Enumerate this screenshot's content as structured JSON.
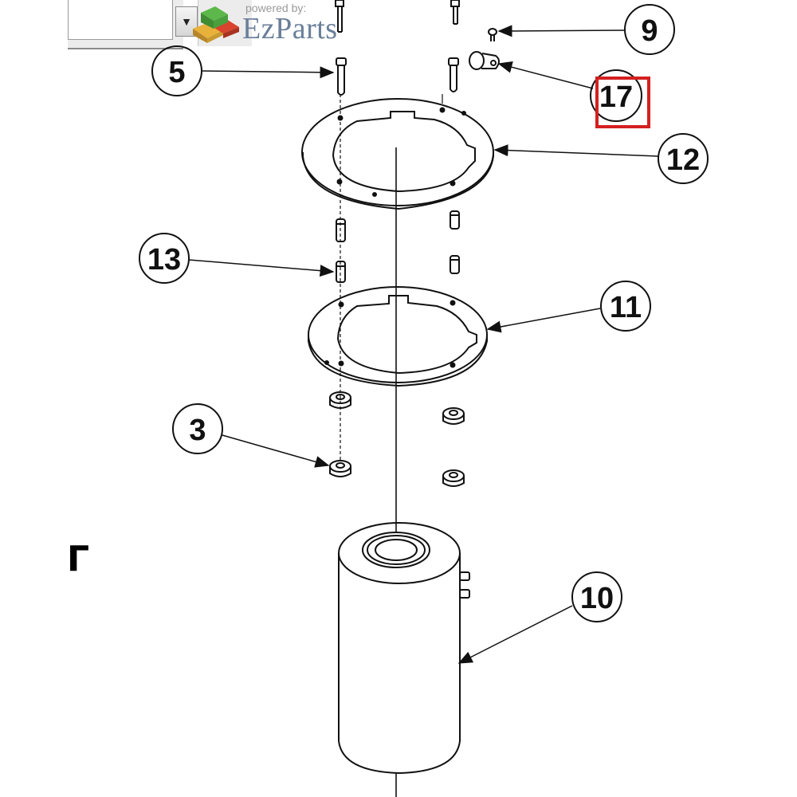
{
  "header": {
    "powered_by": "powered by:",
    "brand": "EzParts",
    "logo_icon": "ezparts-cubes-logo",
    "dropdown_arrow": "▼"
  },
  "stray_glyph": "Γ",
  "callouts": [
    {
      "id": "9",
      "label": "9"
    },
    {
      "id": "5",
      "label": "5"
    },
    {
      "id": "17",
      "label": "17",
      "highlighted": true
    },
    {
      "id": "12",
      "label": "12"
    },
    {
      "id": "13",
      "label": "13"
    },
    {
      "id": "11",
      "label": "11"
    },
    {
      "id": "3",
      "label": "3"
    },
    {
      "id": "10",
      "label": "10"
    }
  ],
  "colors": {
    "line": "#111111",
    "highlight": "#d42020",
    "brand": "#6a7f99",
    "logo_green": "#5cb84a",
    "logo_red": "#d8442e",
    "logo_yellow": "#e8b23a"
  }
}
